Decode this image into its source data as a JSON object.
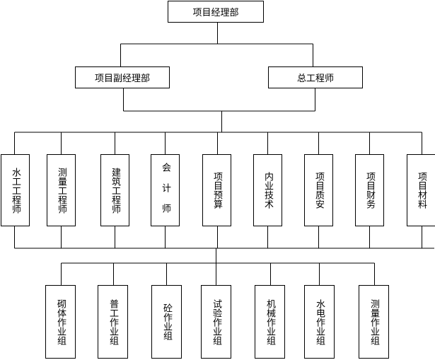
{
  "top": {
    "label": "项目经理部"
  },
  "deputies": [
    {
      "label": "项目副经理部"
    },
    {
      "label": "总工程师"
    }
  ],
  "departments": [
    {
      "label": "水工工程师"
    },
    {
      "label": "测量工程师"
    },
    {
      "label": "建筑工程师"
    },
    {
      "label": "会 计 师"
    },
    {
      "label": "项目预算"
    },
    {
      "label": "内业技术"
    },
    {
      "label": "项目质安"
    },
    {
      "label": "项目财务"
    },
    {
      "label": "项目材料"
    }
  ],
  "work_groups": [
    {
      "label": "砌体作业组"
    },
    {
      "label": "普工作业组"
    },
    {
      "label": "砼作业组"
    },
    {
      "label": "试验作业组"
    },
    {
      "label": "机械作业组"
    },
    {
      "label": "水电作业组"
    },
    {
      "label": "测量作业组"
    }
  ]
}
